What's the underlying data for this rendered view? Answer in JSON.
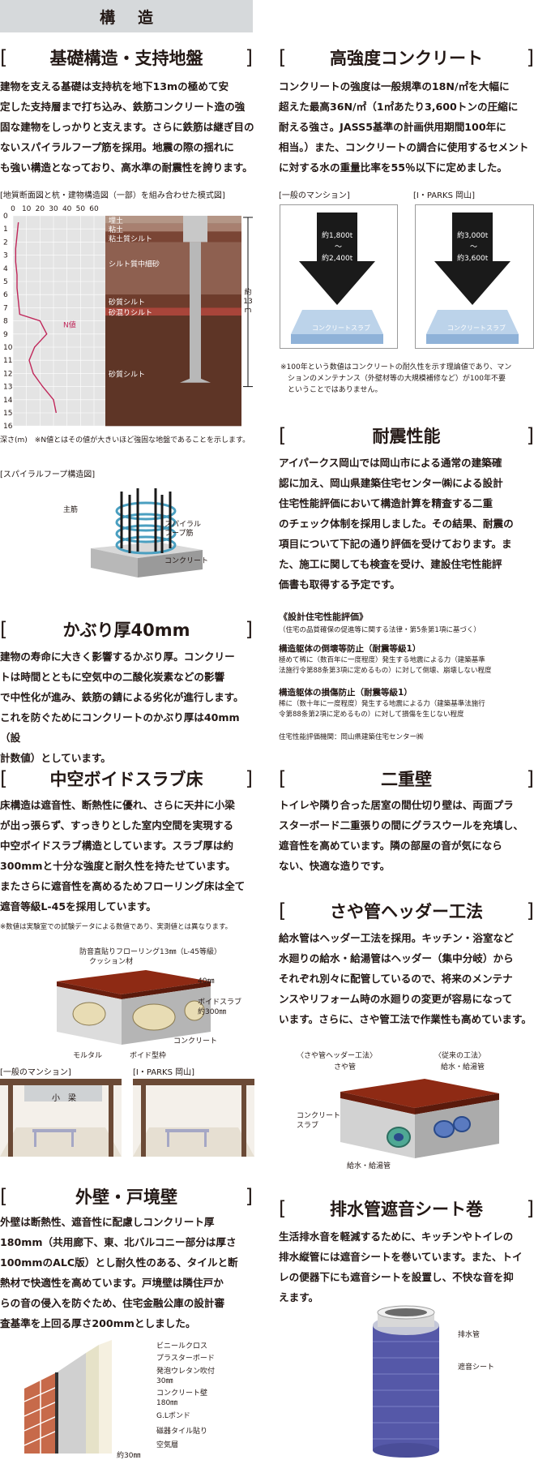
{
  "header": {
    "tab": "構造"
  },
  "foundation": {
    "title": "基礎構造・支持地盤",
    "lines": [
      "建物を支える基礎は支持杭を地下13mの極めて安",
      "定した支持層まで打ち込み、鉄筋コンクリート造の強",
      "固な建物をしっかりと支えます。さらに鉄筋は継ぎ目の",
      "ないスパイラルフープ筋を採用。地震の際の揺れに",
      "も強い構造となっており、高水準の耐震性を誇ります。"
    ],
    "diagram_caption": "[地質断面図と杭・建物構造図（一部）を組み合わせた模式図]",
    "x_ticks": [
      "0",
      "10",
      "20",
      "30",
      "40",
      "50",
      "60"
    ],
    "depth_ticks": [
      "0",
      "1",
      "2",
      "3",
      "4",
      "5",
      "6",
      "7",
      "8",
      "9",
      "10",
      "11",
      "12",
      "13",
      "14",
      "15",
      "16"
    ],
    "layers": [
      "埋土",
      "粘土",
      "粘土質シルト",
      "シルト質中細砂",
      "砂質シルト",
      "砂混りシルト",
      "砂質シルト"
    ],
    "n_label": "N値",
    "pile_label": [
      "約",
      "13",
      "m"
    ],
    "footnote": "深さ(m)　※N値とはその値が大きいほど強固な地盤であることを示します。",
    "n_values": [
      {
        "depth": 0.5,
        "n": 4
      },
      {
        "depth": 1.5,
        "n": 3
      },
      {
        "depth": 2.5,
        "n": 2
      },
      {
        "depth": 3.5,
        "n": 2
      },
      {
        "depth": 4.5,
        "n": 3
      },
      {
        "depth": 5.5,
        "n": 3
      },
      {
        "depth": 6.5,
        "n": 4
      },
      {
        "depth": 7.5,
        "n": 5
      },
      {
        "depth": 8.0,
        "n": 20
      },
      {
        "depth": 9.0,
        "n": 25
      },
      {
        "depth": 10.0,
        "n": 16
      },
      {
        "depth": 11.0,
        "n": 12
      },
      {
        "depth": 12.0,
        "n": 15
      },
      {
        "depth": 13.0,
        "n": 22
      },
      {
        "depth": 14.0,
        "n": 30
      },
      {
        "depth": 15.0,
        "n": 32
      }
    ]
  },
  "spiral": {
    "caption": "[スパイラルフープ構造図]",
    "label_main": "主筋",
    "label_spiral1": "スパイラル",
    "label_spiral2": "フープ筋",
    "label_concrete": "コンクリート"
  },
  "cover": {
    "title": "かぶり厚40mm",
    "lines": [
      "建物の寿命に大きく影響するかぶり厚。コンクリー",
      "トは時間とともに空気中の二酸化炭素などの影響",
      "で中性化が進み、鉄筋の錆による劣化が進行します。",
      "これを防ぐためにコンクリートのかぶり厚は40mm（設",
      "計数値）としています。"
    ]
  },
  "void_slab": {
    "title": "中空ボイドスラブ床",
    "lines": [
      "床構造は遮音性、断熱性に優れ、さらに天井に小梁",
      "が出っ張らず、すっきりとした室内空間を実現する",
      "中空ボイドスラブ構造としています。スラブ厚は約",
      "300mmと十分な強度と耐久性を持たせています。",
      "またさらに遮音性を高めるためフローリング床は全て",
      "遮音等級L-45を採用しています。"
    ],
    "note": "※数値は実験室での試験データによる数値であり、実測値とは異なります。",
    "label_floor": "防音直貼りフローリング13㎜（L-45等級）",
    "label_cushion": "クッション材",
    "label_40": "40㎜",
    "label_void1": "ボイドスラブ",
    "label_void2": "約300㎜",
    "label_concrete": "コンクリート",
    "label_mortar": "モルタル",
    "label_form": "ボイド型枠",
    "compare_general": "[一般のマンション]",
    "compare_iparks": "[I・PARKS 岡山]",
    "beam": "小　梁"
  },
  "exterior": {
    "title": "外壁・戸境壁",
    "lines": [
      "外壁は断熱性、遮音性に配慮しコンクリート厚",
      "180mm（共用廊下、東、北バルコニー部分は厚さ",
      "100mmのALC版）とし耐久性のある、タイルと断",
      "熱材で快適性を高めています。戸境壁は隣住戸か",
      "らの音の侵入を防ぐため、住宅金融公庫の設計審",
      "査基準を上回る厚さ200mmとしました。"
    ],
    "wall_labels": [
      "ビニールクロス",
      "プラスターボード",
      "発泡ウレタン吹付",
      "30㎜",
      "コンクリート壁",
      "180㎜",
      "G.Lボンド",
      "磁器タイル貼り",
      "空気層",
      "約30㎜"
    ]
  },
  "concrete": {
    "title": "高強度コンクリート",
    "lines": [
      "コンクリートの強度は一般規準の18N/㎡を大幅に",
      "超えた最高36N/㎡（1㎡あたり3,600トンの圧縮に",
      "耐える強さ。JASS5基準の計画供用期間100年に",
      "相当。）また、コンクリートの調合に使用するセメント",
      "に対する水の重量比率を55％以下に定めました。"
    ],
    "general_label": "[一般のマンション]",
    "iparks_label": "[I・PARKS 岡山]",
    "general_top": "約1,800t",
    "general_mid": "〜",
    "general_bottom": "約2,400t",
    "iparks_top": "約3,000t",
    "iparks_mid": "〜",
    "iparks_bottom": "約3,600t",
    "area": "1㎡",
    "slab": "コンクリートスラブ",
    "note": [
      "※100年という数値はコンクリートの耐久性を示す理論値であり、マン",
      "　ションのメンテナンス（外壁材等の大規模補修など）が100年不要",
      "　ということではありません。"
    ]
  },
  "seismic": {
    "title": "耐震性能",
    "lines": [
      "アイパークス岡山では岡山市による通常の建築確",
      "認に加え、岡山県建築住宅センター㈱による設計",
      "住宅性能評価において構造計算を精査する二重",
      "のチェック体制を採用しました。その結果、耐震の",
      "項目について下記の通り評価を受けております。ま",
      "た、施工に関しても検査を受け、建設住宅性能評",
      "価書も取得する予定です。"
    ],
    "eval_title": "《設計住宅性能評価》",
    "eval_sub": "（住宅の品質確保の促進等に関する法律・第5条第1項に基づく）",
    "item1_title": "構造躯体の倒壊等防止（耐震等級1）",
    "item1_lines": [
      "極めて稀に（数百年に一度程度）発生する地震による力（建築基準",
      "法施行令第88条第3項に定めるもの）に対して倒壊、崩壊しない程度"
    ],
    "item2_title": "構造躯体の損傷防止（耐震等級1）",
    "item2_lines": [
      "稀に（数十年に一度程度）発生する地震による力（建築基準法施行",
      "令第88条第2項に定めるもの）に対して損傷を生じない程度"
    ],
    "agency": "住宅性能評価機関：岡山県建築住宅センター㈱"
  },
  "double_wall": {
    "title": "二重壁",
    "lines": [
      "トイレや隣り合った居室の間仕切り壁は、両面プラ",
      "スターボード二重張りの間にグラスウールを充填し、",
      "遮音性を高めています。隣の部屋の音が気になら",
      "ない、快適な造りです。"
    ]
  },
  "header_pipe": {
    "title": "さや管ヘッダー工法",
    "lines": [
      "給水管はヘッダー工法を採用。キッチン・浴室など",
      "水廻りの給水・給湯管はヘッダー（集中分岐）から",
      "それぞれ別々に配管しているので、将来のメンテナ",
      "ンスやリフォーム時の水廻りの変更が容易になって",
      "います。さらに、さや管工法で作業性も高めています。"
    ],
    "label_method": "〈さや管ヘッダー工法〉",
    "label_old": "〈従来の工法〉",
    "label_saya": "さや管",
    "label_supply_top": "給水・給湯管",
    "label_concrete1": "コンクリート",
    "label_concrete2": "スラブ",
    "label_supply_bottom": "給水・給湯管"
  },
  "drain": {
    "title": "排水管遮音シート巻",
    "lines": [
      "生活排水音を軽減するために、キッチンやトイレの",
      "排水縦管には遮音シートを巻いています。また、トイ",
      "レの便器下にも遮音シートを設置し、不快な音を抑",
      "えます。"
    ],
    "label_pipe": "排水管",
    "label_sheet": "遮音シート"
  }
}
